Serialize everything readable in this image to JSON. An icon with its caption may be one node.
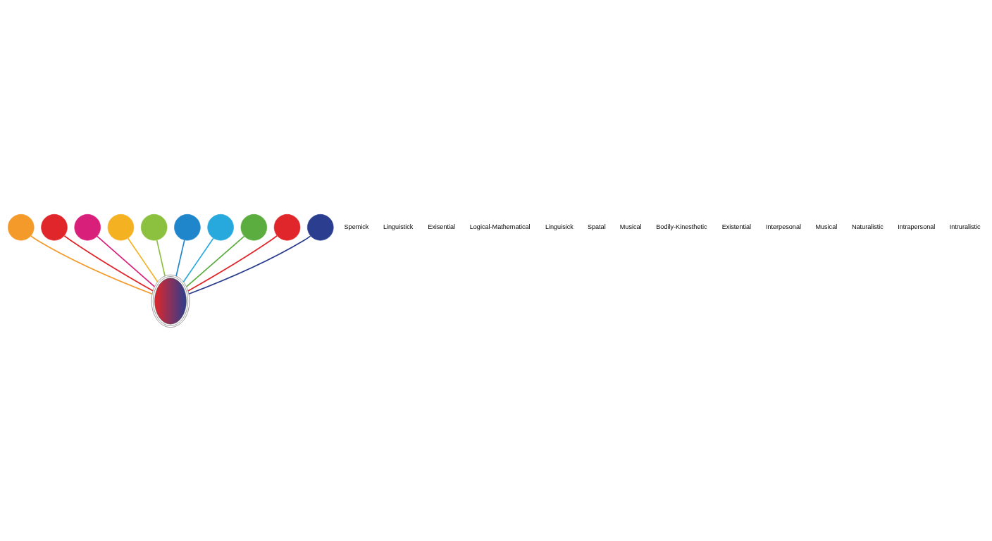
{
  "diagram": {
    "nodes": [
      {
        "text": [],
        "shape": "picture"
      },
      {
        "text": [],
        "shape": "circle"
      },
      {
        "text": [],
        "shape": "circle"
      },
      {
        "text": [],
        "shape": "circle"
      },
      {
        "text": [],
        "shape": "circle"
      },
      {
        "text": [],
        "shape": "circle"
      },
      {
        "text": [],
        "shape": "circle"
      },
      {
        "text": [],
        "shape": "circle"
      },
      {
        "text": [],
        "shape": "circle"
      },
      {
        "text": [],
        "shape": "circle"
      },
      {
        "text": [],
        "shape": "circle"
      }
    ],
    "edges": [
      {
        "from": 0,
        "to": 1,
        "arrow": "none",
        "color": "#f39a2b"
      },
      {
        "from": 0,
        "to": 2,
        "arrow": "none",
        "color": "#e0262a"
      },
      {
        "from": 0,
        "to": 3,
        "arrow": "none",
        "color": "#d81f7a"
      },
      {
        "from": 0,
        "to": 4,
        "arrow": "none",
        "color": "#f4b223"
      },
      {
        "from": 0,
        "to": 5,
        "arrow": "none",
        "color": "#8cc13f"
      },
      {
        "from": 0,
        "to": 6,
        "arrow": "none",
        "color": "#1f86cc"
      },
      {
        "from": 0,
        "to": 7,
        "arrow": "none",
        "color": "#27a9dd"
      },
      {
        "from": 0,
        "to": 8,
        "arrow": "none",
        "color": "#5aad3e"
      },
      {
        "from": 0,
        "to": 9,
        "arrow": "none",
        "color": "#e0262a"
      },
      {
        "from": 0,
        "to": 10,
        "arrow": "none",
        "color": "#2b3d8f"
      }
    ],
    "labels": [
      "Spemick",
      "Linguistick",
      "Exisential",
      "Logical-Mathematical",
      "Linguisick",
      "Spatal",
      "Musical",
      "Bodily-Kinesthetic",
      "Existential",
      "Interpesonal",
      "Musical",
      "Naturalistic",
      "Intrapersonal",
      "Intruralistic"
    ]
  }
}
